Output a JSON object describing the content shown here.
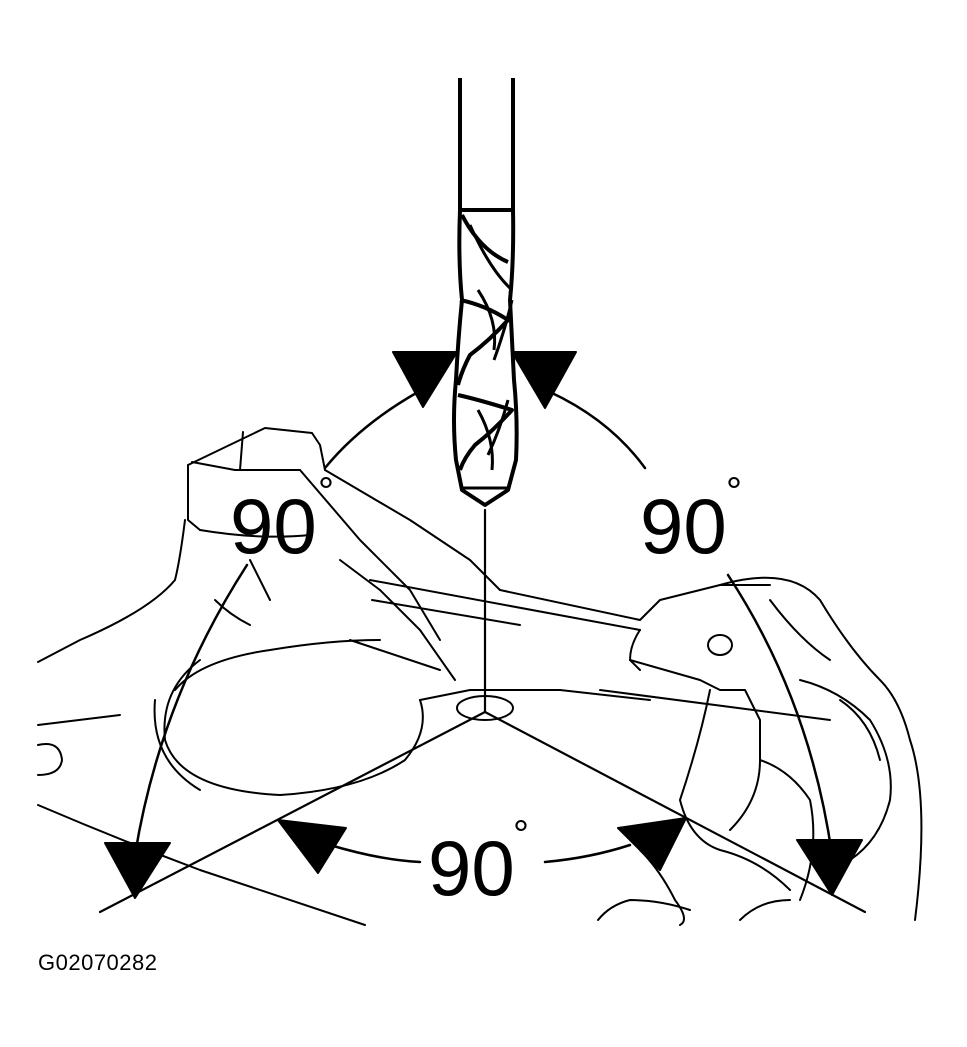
{
  "labels": {
    "angle_left": "90",
    "angle_right": "90",
    "angle_bottom": "90",
    "degree_symbol": "°"
  },
  "figure_id": "G02070282",
  "colors": {
    "ink": "#000000",
    "background": "#ffffff"
  }
}
